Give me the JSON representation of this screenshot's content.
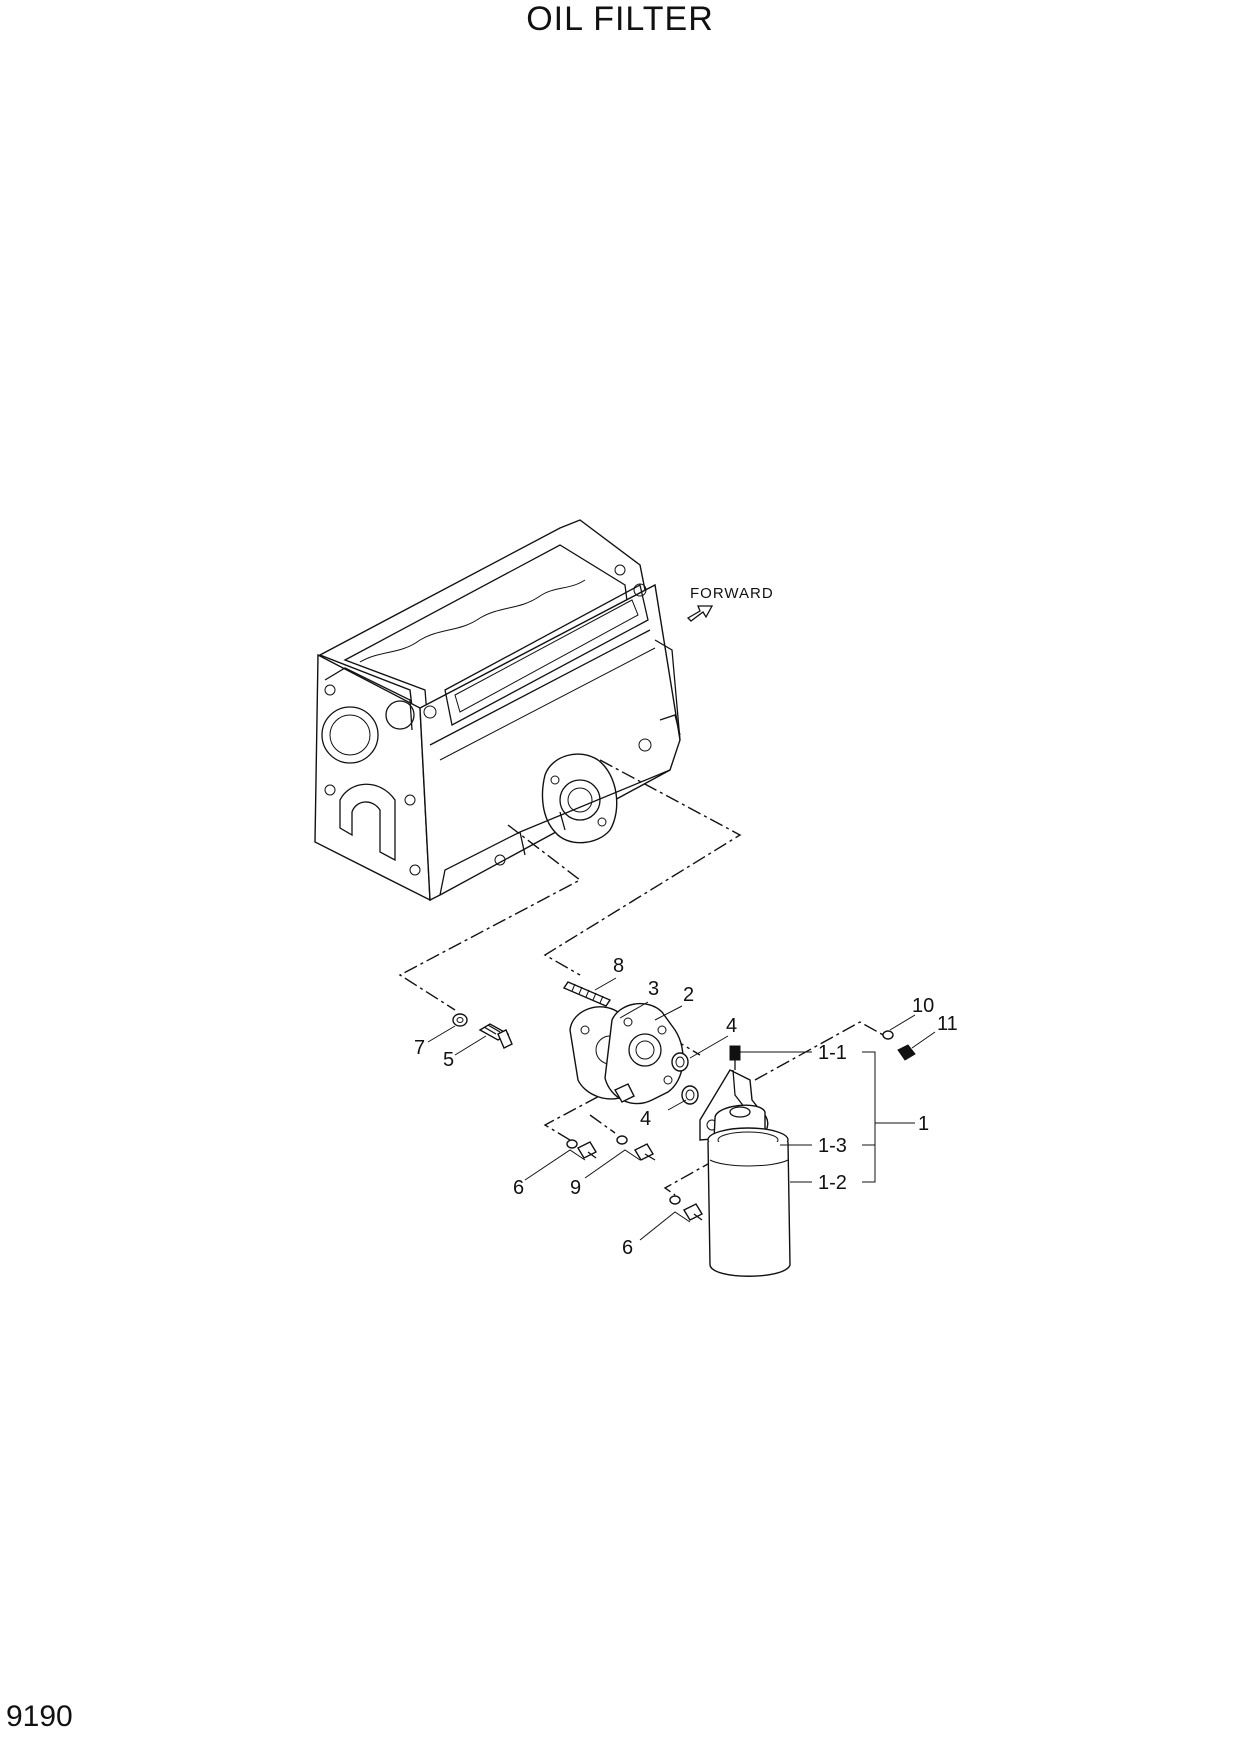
{
  "title": "OIL FILTER",
  "page_number": "9190",
  "direction_label": "FORWARD",
  "icons": {
    "forward_arrow": "forward-arrow-icon"
  },
  "parts": {
    "p1": "1",
    "p1_1": "1-1",
    "p1_2": "1-2",
    "p1_3": "1-3",
    "p2": "2",
    "p3": "3",
    "p4a": "4",
    "p4b": "4",
    "p5": "5",
    "p6a": "6",
    "p6b": "6",
    "p7": "7",
    "p8": "8",
    "p9": "9",
    "p10": "10",
    "p11": "11"
  }
}
